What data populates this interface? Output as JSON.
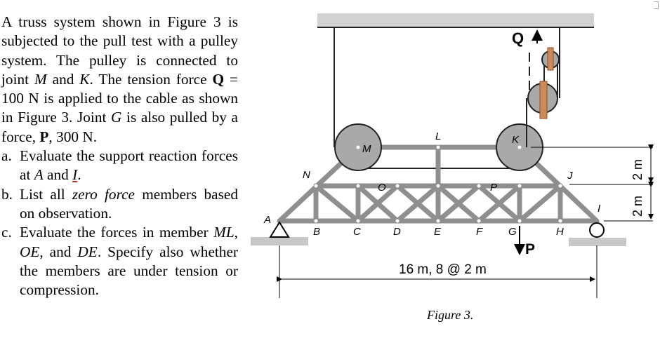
{
  "problem": {
    "intro_1": "A truss system shown in Figure 3 is subjected to the pull test with a pulley system. The pulley is connected to joint ",
    "joint_M": "M",
    "and_word": " and ",
    "joint_K": "K",
    "intro_2": ". The tension force ",
    "force_Q": "Q",
    "intro_3": " = 100 N is applied to the cable as shown in Figure 3. Joint ",
    "joint_G": "G",
    "intro_4": " is also pulled by a force, ",
    "force_P": "P",
    "intro_5": ", 300 N.",
    "parts": [
      {
        "marker": "a.",
        "text_1": "Evaluate the support reaction forces at ",
        "A": "A",
        "text_2": " and ",
        "I": "I",
        "text_3": "."
      },
      {
        "marker": "b.",
        "text_1": "List all ",
        "em": "zero force",
        "text_2": " members based on observation."
      },
      {
        "marker": "c.",
        "text_1": "Evaluate the forces in member ",
        "ML": "ML",
        "c1": ", ",
        "OE": "OE",
        "c2": ", and ",
        "DE": "DE",
        "text_2": ". Specify also whether the members are under tension or compression."
      }
    ]
  },
  "figure": {
    "caption": "Figure 3.",
    "span_label": "16 m, 8 @ 2 m",
    "height_upper": "2 m",
    "height_lower": "2 m",
    "load_Q": "Q",
    "load_P": "P",
    "joints": {
      "A": "A",
      "B": "B",
      "C": "C",
      "D": "D",
      "E": "E",
      "F": "F",
      "G": "G",
      "H": "H",
      "I": "I",
      "J": "J",
      "K": "K",
      "L": "L",
      "M": "M",
      "N": "N",
      "O": "O",
      "P": "P"
    },
    "colors": {
      "member": "#8f8f8f",
      "pulley": "#a9a9a9",
      "strap": "#cf8a5a",
      "ceiling": "#d2d2d2",
      "ground": "#c8c8c8"
    }
  }
}
